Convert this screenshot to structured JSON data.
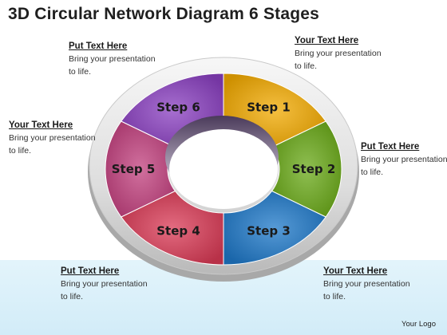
{
  "title": "3D Circular Network Diagram 6 Stages",
  "steps": [
    {
      "label": "Step 1",
      "color": "#f2a900"
    },
    {
      "label": "Step 2",
      "color": "#6aa918"
    },
    {
      "label": "Step 3",
      "color": "#1e78c8"
    },
    {
      "label": "Step 4",
      "color": "#d93a55"
    },
    {
      "label": "Step 5",
      "color": "#c2407e"
    },
    {
      "label": "Step 6",
      "color": "#8a3fc0"
    }
  ],
  "callouts": {
    "top_left": {
      "heading": "Put Text Here",
      "body": "Bring your presentation to life."
    },
    "top_right": {
      "heading": "Your Text Here",
      "body": "Bring your presentation to life."
    },
    "mid_left": {
      "heading": "Your Text Here",
      "body": "Bring your presentation to life."
    },
    "mid_right": {
      "heading": "Put Text Here",
      "body": "Bring your presentation to life."
    },
    "bottom_left": {
      "heading": "Put Text Here",
      "body": "Bring your presentation to life."
    },
    "bottom_right": {
      "heading": "Your Text Here",
      "body": "Bring your presentation to life."
    }
  },
  "logo_text": "Your Logo"
}
